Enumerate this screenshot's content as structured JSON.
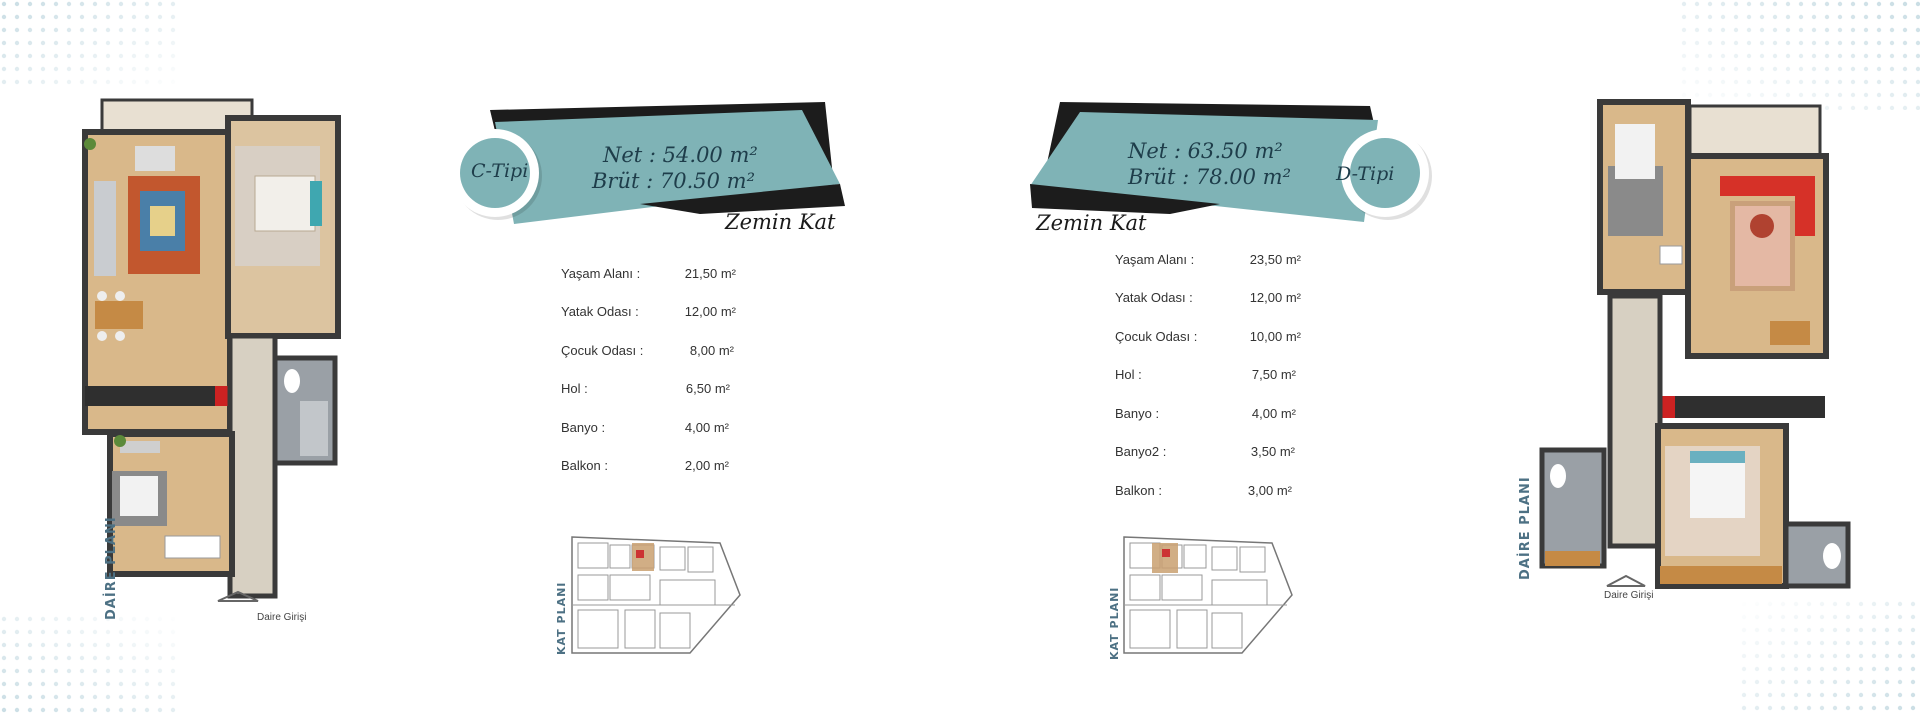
{
  "units": [
    {
      "id": "c",
      "type_label": "C-Tipi",
      "net": "Net : 54.00 m²",
      "brut": "Brüt : 70.50 m²",
      "floor": "Zemin Kat",
      "rooms": [
        {
          "name": "Yaşam Alanı :",
          "value": "21,50 m²"
        },
        {
          "name": "Yatak Odası :",
          "value": "12,00 m²"
        },
        {
          "name": "Çocuk Odası :",
          "value": "8,00 m²"
        },
        {
          "name": "Hol :",
          "value": "6,50 m²"
        },
        {
          "name": "Banyo :",
          "value": "4,00 m²"
        },
        {
          "name": "Balkon :",
          "value": "2,00 m²"
        }
      ],
      "plan_label": "DAİRE PLANI",
      "entry_label": "Daire Girişi",
      "floorplan_label": "KAT PLANI"
    },
    {
      "id": "d",
      "type_label": "D-Tipi",
      "net": "Net : 63.50 m²",
      "brut": "Brüt : 78.00 m²",
      "floor": "Zemin Kat",
      "rooms": [
        {
          "name": "Yaşam Alanı :",
          "value": "23,50 m²"
        },
        {
          "name": "Yatak Odası :",
          "value": "12,00 m²"
        },
        {
          "name": "Çocuk Odası :",
          "value": "10,00 m²"
        },
        {
          "name": "Hol :",
          "value": "7,50 m²"
        },
        {
          "name": "Banyo :",
          "value": "4,00 m²"
        },
        {
          "name": "Banyo2 :",
          "value": "3,50 m²"
        },
        {
          "name": "Balkon :",
          "value": "3,00 m²"
        }
      ],
      "plan_label": "DAİRE PLANI",
      "entry_label": "Daire Girişi",
      "floorplan_label": "KAT PLANI"
    }
  ],
  "colors": {
    "teal": "#7fb3b6",
    "dark_band": "#1c1c1c",
    "wall": "#3a3a3a",
    "wood": "#d9b88a",
    "label_blue": "#4d7184"
  }
}
